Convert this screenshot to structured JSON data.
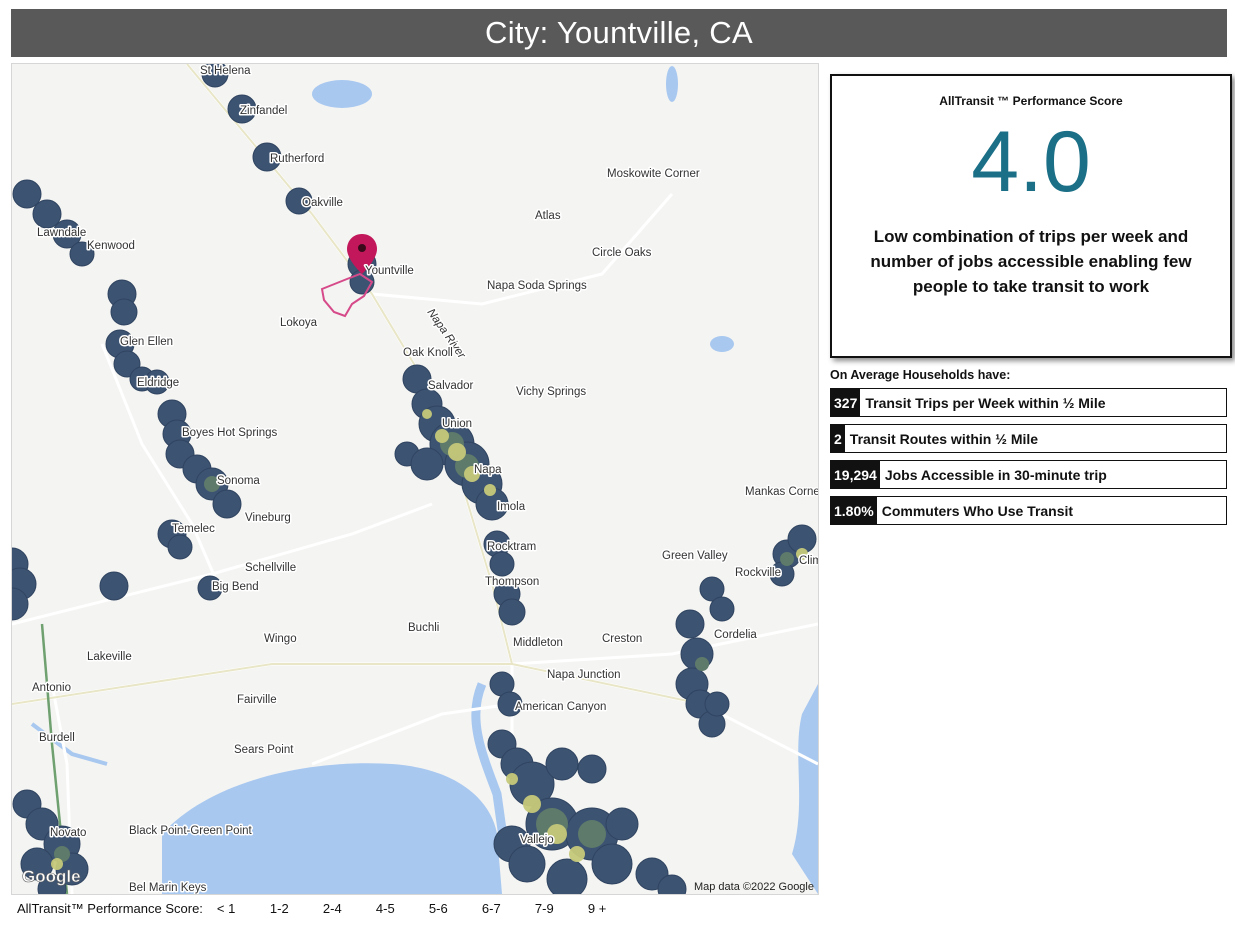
{
  "header": {
    "title": "City: Yountville, CA"
  },
  "score": {
    "label": "AllTransit ™ Performance Score",
    "value": "4.0",
    "description": "Low combination of trips per week and number of jobs accessible enabling few people to take transit to work"
  },
  "households": {
    "title": "On Average Households have:",
    "stats": [
      {
        "value": "327",
        "label": "Transit Trips per Week within ½ Mile"
      },
      {
        "value": "2",
        "label": "Transit Routes within ½ Mile"
      },
      {
        "value": "19,294",
        "label": "Jobs Accessible in 30-minute trip"
      },
      {
        "value": "1.80%",
        "label": "Commuters Who Use Transit"
      }
    ]
  },
  "map": {
    "attribution": "Map data ©2022 Google",
    "logo": "Google",
    "places": [
      "St Helena",
      "Zinfandel",
      "Rutherford",
      "Oakville",
      "Yountville",
      "Moskowite Corner",
      "Atlas",
      "Circle Oaks",
      "Napa Soda Springs",
      "Napa River",
      "Lawndale",
      "Kenwood",
      "Lokoya",
      "Glen Ellen",
      "Oak Knoll",
      "Eldridge",
      "Salvador",
      "Vichy Springs",
      "Union",
      "Boyes Hot Springs",
      "Napa",
      "Sonoma",
      "Imola",
      "Mankas Corner",
      "Vineburg",
      "Temelec",
      "Rocktram",
      "Green Valley",
      "Rockville",
      "Clima",
      "Schellville",
      "Thompson",
      "Big Bend",
      "Wingo",
      "Buchli",
      "Middleton",
      "Creston",
      "Cordelia",
      "Lakeville",
      "Napa Junction",
      "Antonio",
      "Fairville",
      "American Canyon",
      "Burdell",
      "Sears Point",
      "Black Point-Green Point",
      "Novato",
      "Vallejo",
      "Bel Marin Keys"
    ],
    "colors": {
      "land": "#f4f4f2",
      "water": "#a8c8f0",
      "road": "#ffffff",
      "low": "#3d5372",
      "mid": "#5e7a6a",
      "high": "#c5c97a",
      "pin": "#c2185b"
    }
  },
  "legend": {
    "label": "AllTransit™ Performance Score:",
    "bins": [
      "< 1",
      "1-2",
      "2-4",
      "4-5",
      "5-6",
      "6-7",
      "7-9",
      "9 +"
    ]
  }
}
